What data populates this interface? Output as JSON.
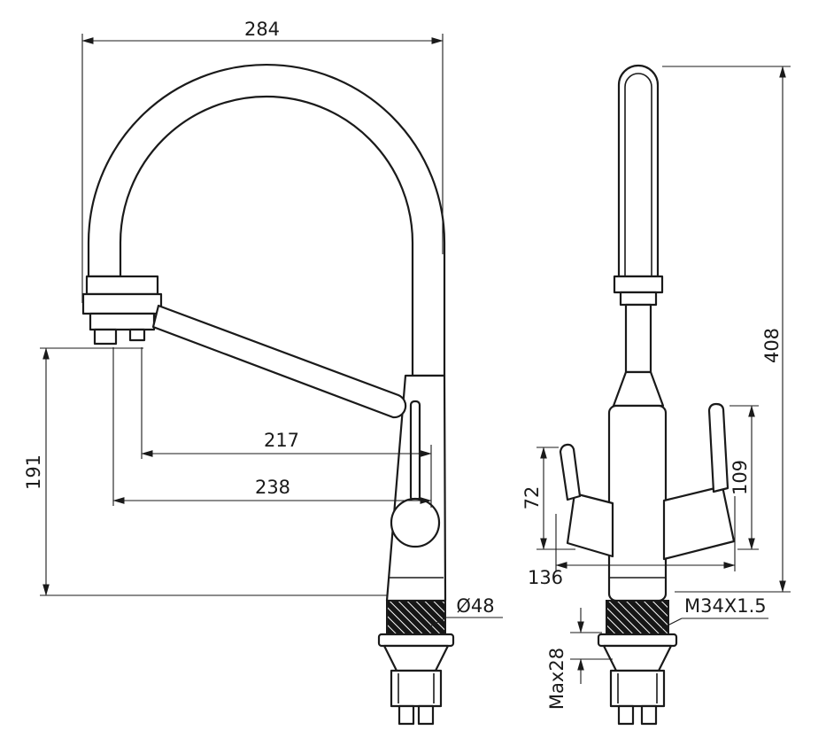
{
  "drawing": {
    "background": "#ffffff",
    "line_color": "#1a1a1a",
    "views": {
      "front": {
        "overall_width": "284",
        "spout_outlet_height": "191",
        "reach_to_outlet": "217",
        "reach_to_aerator": "238",
        "base_diameter": "Ø48"
      },
      "side": {
        "overall_height": "408",
        "filter_handle_height": "72",
        "mixer_handle_height": "109",
        "handle_span": "136",
        "thread_size": "M34X1.5",
        "max_deck_thickness": "Max28"
      }
    }
  }
}
